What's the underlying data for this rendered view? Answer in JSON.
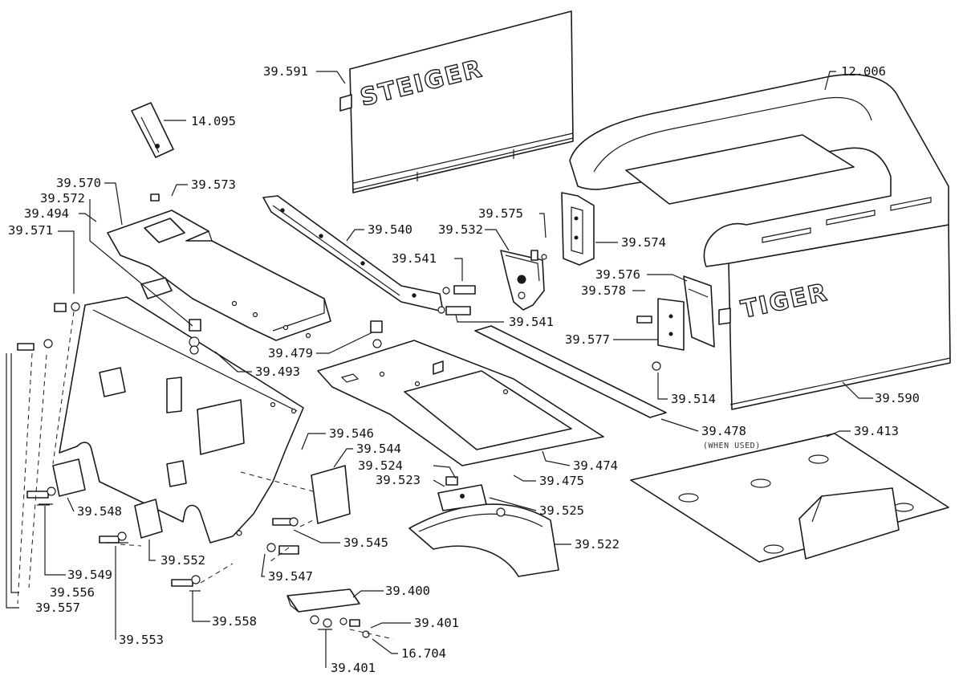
{
  "parts": {
    "p39591": "39.591",
    "p12006": "12.006",
    "p14095": "14.095",
    "p39570": "39.570",
    "p39573": "39.573",
    "p39572": "39.572",
    "p39494": "39.494",
    "p39571": "39.571",
    "p39540": "39.540",
    "p39575": "39.575",
    "p39532": "39.532",
    "p39574": "39.574",
    "p39541a": "39.541",
    "p39541b": "39.541",
    "p39576": "39.576",
    "p39578": "39.578",
    "p39577": "39.577",
    "p39479": "39.479",
    "p39493": "39.493",
    "p39514": "39.514",
    "p39590": "39.590",
    "p39478": "39.478",
    "p39413": "39.413",
    "p39546": "39.546",
    "p39544": "39.544",
    "p39524": "39.524",
    "p39474": "39.474",
    "p39523": "39.523",
    "p39475": "39.475",
    "p39525": "39.525",
    "p39548": "39.548",
    "p39522": "39.522",
    "p39545": "39.545",
    "p39552": "39.552",
    "p39549": "39.549",
    "p39547": "39.547",
    "p39556": "39.556",
    "p39400": "39.400",
    "p39557": "39.557",
    "p39558": "39.558",
    "p39401a": "39.401",
    "p39553": "39.553",
    "p16704": "16.704",
    "p39401b": "39.401"
  },
  "notes": {
    "when_used": "(WHEN USED)"
  },
  "brand": {
    "panel_text": "STEIGER",
    "hood_text": "TIGER"
  }
}
